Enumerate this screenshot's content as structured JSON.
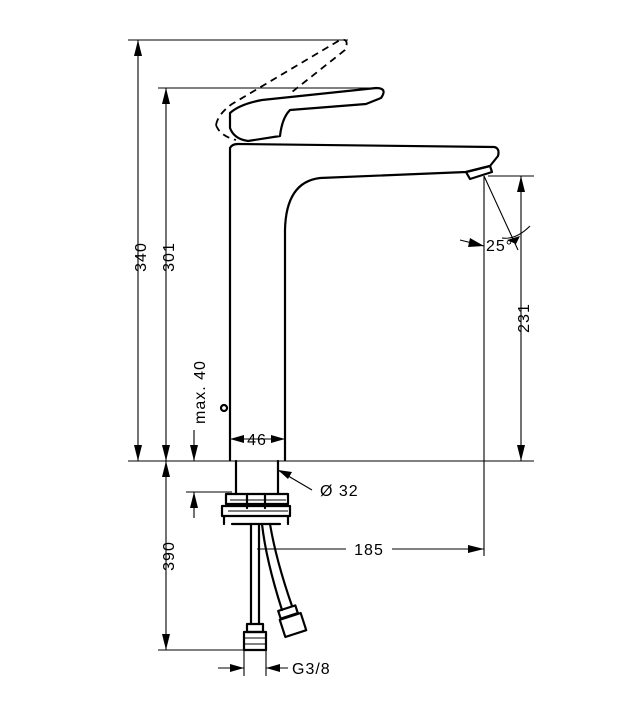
{
  "dimensions": {
    "height_total_lever_open": "340",
    "height_total": "301",
    "spout_height": "231",
    "max_deck_thickness": "max. 40",
    "body_diameter": "46",
    "hole_diameter": "Ø 32",
    "spout_reach": "185",
    "hose_length": "390",
    "connection_thread": "G3/8",
    "spout_angle": "25°"
  }
}
